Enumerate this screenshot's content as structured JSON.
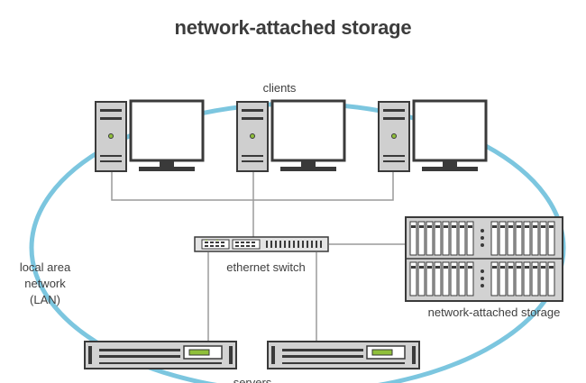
{
  "title": "network-attached storage",
  "labels": {
    "clients": "clients",
    "ethernet_switch": "ethernet switch",
    "nas": "network-attached storage",
    "lan": "local area\nnetwork\n(LAN)",
    "servers": "servers"
  },
  "colors": {
    "lan_ring": "#7cc6df",
    "device_gray": "#cfcfcf",
    "device_dark": "#3a3a3a",
    "cable": "#9a9a9a",
    "screen_fill": "#ffffff",
    "accent_green": "#8fbf3a"
  },
  "icons": {
    "client": "desktop-computer-icon",
    "switch": "network-switch-icon",
    "nas": "storage-array-icon",
    "server": "rack-server-icon"
  }
}
